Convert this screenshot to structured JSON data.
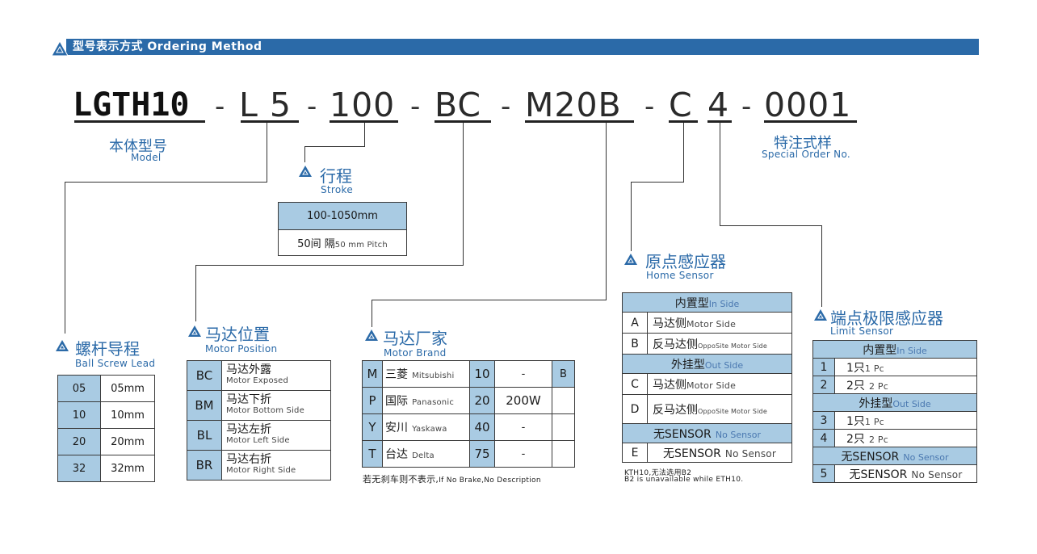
{
  "header": {
    "title": "型号表示方式 Ordering Method"
  },
  "code": {
    "base": "LGTH10",
    "lead": "L 5",
    "stroke": "100",
    "position": "BC",
    "motor": "M20B",
    "home": "C",
    "limit": "4",
    "special": "0001",
    "dash": "-"
  },
  "model": {
    "cn": "本体型号",
    "en": "Model"
  },
  "special_order": {
    "cn": "特注式样",
    "en": "Special Order No."
  },
  "stroke": {
    "cn": "行程",
    "en": "Stroke",
    "range": "100-1050mm",
    "pitch_cn": "50间 隔",
    "pitch_en": "50 mm Pitch"
  },
  "lead": {
    "cn": "螺杆导程",
    "en": "Ball Screw Lead",
    "rows": [
      {
        "code": "05",
        "value": "05mm"
      },
      {
        "code": "10",
        "value": "10mm"
      },
      {
        "code": "20",
        "value": "20mm"
      },
      {
        "code": "32",
        "value": "32mm"
      }
    ]
  },
  "position": {
    "cn": "马达位置",
    "en": "Motor Position",
    "rows": [
      {
        "code": "BC",
        "cn": "马达外露",
        "en": "Motor Exposed"
      },
      {
        "code": "BM",
        "cn": "马达下折",
        "en": "Motor Bottom Side"
      },
      {
        "code": "BL",
        "cn": "马达左折",
        "en": "Motor Left Side"
      },
      {
        "code": "BR",
        "cn": "马达右折",
        "en": "Motor Right Side"
      }
    ]
  },
  "brand": {
    "cn": "马达厂家",
    "en": "Motor Brand",
    "rows": [
      {
        "code": "M",
        "cn": "三菱",
        "en": "Mitsubishi",
        "size": "10",
        "power": "-",
        "brake": "B"
      },
      {
        "code": "P",
        "cn": "国际",
        "en": "Panasonic",
        "size": "20",
        "power": "200W",
        "brake": ""
      },
      {
        "code": "Y",
        "cn": "安川",
        "en": "Yaskawa",
        "size": "40",
        "power": "-",
        "brake": ""
      },
      {
        "code": "T",
        "cn": "台达",
        "en": "Delta",
        "size": "75",
        "power": "-",
        "brake": ""
      }
    ],
    "note": "若无刹车则不表示,",
    "note_en": "If No Brake,No Description"
  },
  "home": {
    "cn": "原点感应器",
    "en": "Home Sensor",
    "inside_cn": "内置型",
    "inside_en": "In Side",
    "outside_cn": "外挂型",
    "outside_en": "Out Side",
    "none_cn": "无SENSOR",
    "none_en": "No Sensor",
    "rows": [
      {
        "code": "A",
        "cn": "马达侧",
        "en": "Motor Side"
      },
      {
        "code": "B",
        "cn": "反马达侧",
        "en": "OppoSite Motor Side"
      },
      {
        "code": "C",
        "cn": "马达侧",
        "en": "Motor Side"
      },
      {
        "code": "D",
        "cn": "反马达侧",
        "en": "OppoSite Motor Side"
      },
      {
        "code": "E",
        "cn": "无SENSOR",
        "en": "No Sensor"
      }
    ],
    "note1": "KTH10,无法选用B2",
    "note2": "B2 is unavailable while ETH10."
  },
  "limit": {
    "cn": "端点极限感应器",
    "en": "Limit Sensor",
    "inside_cn": "内置型",
    "inside_en": "In Side",
    "outside_cn": "外挂型",
    "outside_en": "Out Side",
    "none_cn": "无SENSOR",
    "none_en": "No Sensor",
    "rows": [
      {
        "code": "1",
        "cn": "1只",
        "en": "1 Pc"
      },
      {
        "code": "2",
        "cn": "2只",
        "en": "2 Pc"
      },
      {
        "code": "3",
        "cn": "1只",
        "en": "1 Pc"
      },
      {
        "code": "4",
        "cn": "2只",
        "en": "2 Pc"
      },
      {
        "code": "5",
        "cn": "无SENSOR",
        "en": "No Sensor"
      }
    ]
  }
}
